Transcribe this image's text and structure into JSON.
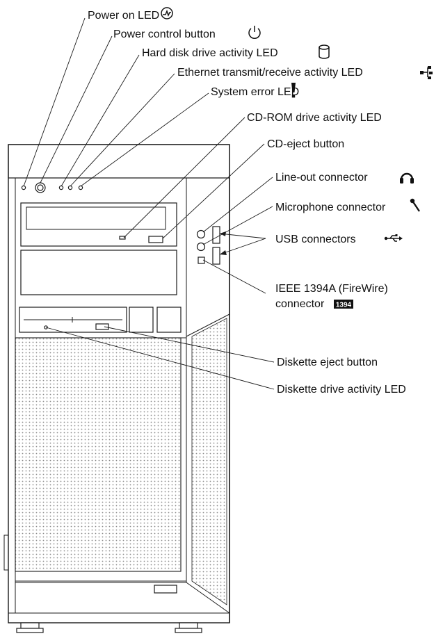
{
  "labels": {
    "power_led": "Power on LED",
    "power_button": "Power control button",
    "hdd_led": "Hard disk drive activity LED",
    "ethernet_led": "Ethernet transmit/receive activity LED",
    "system_error_led": "System error LED",
    "cdrom_led": "CD-ROM drive activity LED",
    "cd_eject": "CD-eject button",
    "line_out": "Line-out connector",
    "microphone": "Microphone connector",
    "usb": "USB connectors",
    "ieee_line1": "IEEE 1394A (FireWire)",
    "ieee_line2": "connector",
    "diskette_eject": "Diskette eject button",
    "diskette_led": "Diskette drive activity LED"
  },
  "icons": {
    "power_led": "power-on-led-icon",
    "power_button": "power-button-icon",
    "hdd": "hard-disk-icon",
    "ethernet": "ethernet-icon",
    "system_error": "exclamation-icon",
    "headphones": "headphones-icon",
    "microphone": "microphone-icon",
    "usb": "usb-icon",
    "firewire": "firewire-1394-icon"
  },
  "firewire_badge": "1394"
}
